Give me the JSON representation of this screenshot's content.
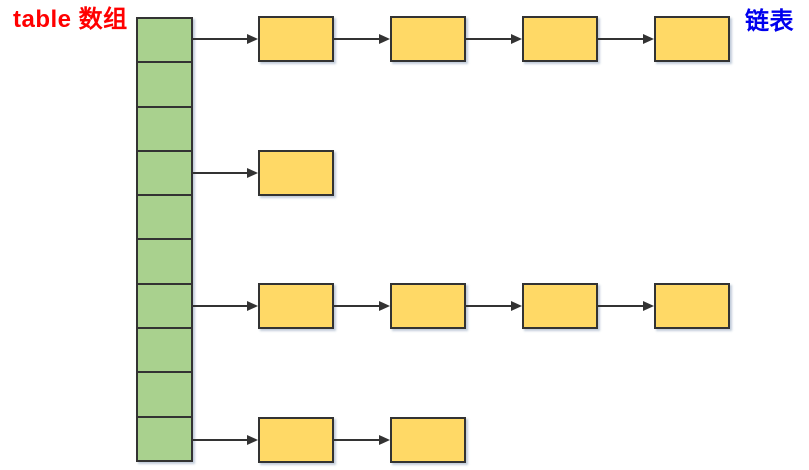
{
  "diagram": {
    "label_left": "table 数组",
    "label_right": "链表",
    "array": {
      "cell_count": 10
    },
    "buckets": [
      {
        "cell_index": 0,
        "node_count": 4
      },
      {
        "cell_index": 3,
        "node_count": 1
      },
      {
        "cell_index": 6,
        "node_count": 4
      },
      {
        "cell_index": 9,
        "node_count": 2
      }
    ],
    "colors": {
      "array_fill": "#a9d18e",
      "node_fill": "#ffd966",
      "outline": "#333333",
      "arrow": "#333333",
      "label_left": "#ff0000",
      "label_right": "#0000ee"
    }
  }
}
